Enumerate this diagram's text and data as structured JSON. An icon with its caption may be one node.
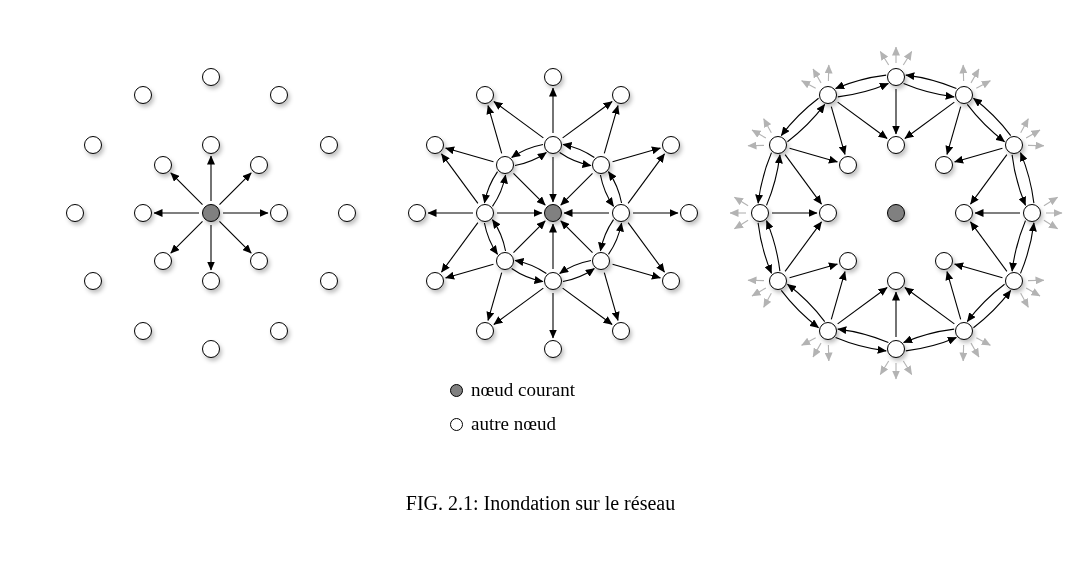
{
  "diagram": {
    "caption": "FIG. 2.1: Inondation sur le réseau",
    "nodes": [
      {
        "text": [],
        "shape": "circle"
      },
      {
        "text": [],
        "shape": "circle"
      },
      {
        "text": [],
        "shape": "circle"
      },
      {
        "text": [],
        "shape": "circle"
      },
      {
        "text": [],
        "shape": "circle"
      },
      {
        "text": [],
        "shape": "circle"
      },
      {
        "text": [],
        "shape": "circle"
      },
      {
        "text": [],
        "shape": "circle"
      },
      {
        "text": [],
        "shape": "circle"
      },
      {
        "text": [],
        "shape": "circle"
      },
      {
        "text": [],
        "shape": "circle"
      },
      {
        "text": [],
        "shape": "circle"
      },
      {
        "text": [],
        "shape": "circle"
      },
      {
        "text": [],
        "shape": "circle"
      },
      {
        "text": [],
        "shape": "circle"
      },
      {
        "text": [],
        "shape": "circle"
      },
      {
        "text": [],
        "shape": "circle"
      },
      {
        "text": [],
        "shape": "circle"
      },
      {
        "text": [],
        "shape": "circle"
      },
      {
        "text": [],
        "shape": "circle"
      },
      {
        "text": [],
        "shape": "circle"
      },
      {
        "text": [],
        "shape": "circle"
      },
      {
        "text": [],
        "shape": "circle"
      },
      {
        "text": [],
        "shape": "circle"
      },
      {
        "text": [],
        "shape": "circle"
      },
      {
        "text": [],
        "shape": "circle"
      },
      {
        "text": [],
        "shape": "circle"
      },
      {
        "text": [],
        "shape": "circle"
      },
      {
        "text": [],
        "shape": "circle"
      },
      {
        "text": [],
        "shape": "circle"
      },
      {
        "text": [],
        "shape": "circle"
      },
      {
        "text": [],
        "shape": "circle"
      },
      {
        "text": [],
        "shape": "circle"
      },
      {
        "text": [],
        "shape": "circle"
      },
      {
        "text": [],
        "shape": "circle"
      },
      {
        "text": [],
        "shape": "circle"
      },
      {
        "text": [],
        "shape": "circle"
      },
      {
        "text": [],
        "shape": "circle"
      },
      {
        "text": [],
        "shape": "circle"
      },
      {
        "text": [],
        "shape": "circle"
      },
      {
        "text": [],
        "shape": "circle"
      },
      {
        "text": [],
        "shape": "circle"
      },
      {
        "text": [],
        "shape": "circle"
      },
      {
        "text": [],
        "shape": "circle"
      },
      {
        "text": [],
        "shape": "circle"
      },
      {
        "text": [],
        "shape": "circle"
      },
      {
        "text": [],
        "shape": "circle"
      },
      {
        "text": [],
        "shape": "circle"
      },
      {
        "text": [],
        "shape": "circle"
      },
      {
        "text": [],
        "shape": "circle"
      },
      {
        "text": [],
        "shape": "circle"
      },
      {
        "text": [],
        "shape": "circle"
      },
      {
        "text": [],
        "shape": "circle"
      },
      {
        "text": [],
        "shape": "circle"
      },
      {
        "text": [],
        "shape": "circle"
      },
      {
        "text": [],
        "shape": "circle"
      },
      {
        "text": [],
        "shape": "circle"
      },
      {
        "text": [],
        "shape": "circle"
      },
      {
        "text": [],
        "shape": "circle"
      },
      {
        "text": [],
        "shape": "circle"
      },
      {
        "text": [],
        "shape": "circle"
      },
      {
        "text": [],
        "shape": "circle"
      },
      {
        "text": [],
        "shape": "circle"
      }
    ],
    "edges": [
      {
        "from": 10,
        "to": 11,
        "arrow": "to"
      },
      {
        "from": 10,
        "to": 7,
        "arrow": "to"
      },
      {
        "from": 10,
        "to": 4,
        "arrow": "to"
      },
      {
        "from": 10,
        "to": 6,
        "arrow": "to"
      },
      {
        "from": 10,
        "to": 9,
        "arrow": "to"
      },
      {
        "from": 10,
        "to": 13,
        "arrow": "to"
      },
      {
        "from": 10,
        "to": 16,
        "arrow": "to"
      },
      {
        "from": 10,
        "to": 14,
        "arrow": "to"
      },
      {
        "from": 32,
        "to": 31,
        "arrow": "to"
      },
      {
        "from": 28,
        "to": 31,
        "arrow": "to"
      },
      {
        "from": 25,
        "to": 31,
        "arrow": "to"
      },
      {
        "from": 27,
        "to": 31,
        "arrow": "to"
      },
      {
        "from": 30,
        "to": 31,
        "arrow": "to"
      },
      {
        "from": 34,
        "to": 31,
        "arrow": "to"
      },
      {
        "from": 37,
        "to": 31,
        "arrow": "to"
      },
      {
        "from": 35,
        "to": 31,
        "arrow": "to"
      },
      {
        "from": 32,
        "to": 28,
        "arrow": "to"
      },
      {
        "from": 28,
        "to": 32,
        "arrow": "to"
      },
      {
        "from": 28,
        "to": 25,
        "arrow": "to"
      },
      {
        "from": 25,
        "to": 28,
        "arrow": "to"
      },
      {
        "from": 25,
        "to": 27,
        "arrow": "to"
      },
      {
        "from": 27,
        "to": 25,
        "arrow": "to"
      },
      {
        "from": 27,
        "to": 30,
        "arrow": "to"
      },
      {
        "from": 30,
        "to": 27,
        "arrow": "to"
      },
      {
        "from": 30,
        "to": 34,
        "arrow": "to"
      },
      {
        "from": 34,
        "to": 30,
        "arrow": "to"
      },
      {
        "from": 34,
        "to": 37,
        "arrow": "to"
      },
      {
        "from": 37,
        "to": 34,
        "arrow": "to"
      },
      {
        "from": 37,
        "to": 35,
        "arrow": "to"
      },
      {
        "from": 35,
        "to": 37,
        "arrow": "to"
      },
      {
        "from": 35,
        "to": 32,
        "arrow": "to"
      },
      {
        "from": 32,
        "to": 35,
        "arrow": "to"
      },
      {
        "from": 32,
        "to": 38,
        "arrow": "to"
      },
      {
        "from": 32,
        "to": 33,
        "arrow": "to"
      },
      {
        "from": 32,
        "to": 26,
        "arrow": "to"
      },
      {
        "from": 28,
        "to": 26,
        "arrow": "to"
      },
      {
        "from": 28,
        "to": 23,
        "arrow": "to"
      },
      {
        "from": 25,
        "to": 23,
        "arrow": "to"
      },
      {
        "from": 25,
        "to": 21,
        "arrow": "to"
      },
      {
        "from": 25,
        "to": 22,
        "arrow": "to"
      },
      {
        "from": 27,
        "to": 22,
        "arrow": "to"
      },
      {
        "from": 27,
        "to": 24,
        "arrow": "to"
      },
      {
        "from": 30,
        "to": 24,
        "arrow": "to"
      },
      {
        "from": 30,
        "to": 29,
        "arrow": "to"
      },
      {
        "from": 30,
        "to": 36,
        "arrow": "to"
      },
      {
        "from": 34,
        "to": 36,
        "arrow": "to"
      },
      {
        "from": 34,
        "to": 39,
        "arrow": "to"
      },
      {
        "from": 37,
        "to": 39,
        "arrow": "to"
      },
      {
        "from": 37,
        "to": 41,
        "arrow": "to"
      },
      {
        "from": 37,
        "to": 40,
        "arrow": "to"
      },
      {
        "from": 35,
        "to": 40,
        "arrow": "to"
      },
      {
        "from": 35,
        "to": 38,
        "arrow": "to"
      },
      {
        "from": 54,
        "to": 53,
        "arrow": "to"
      },
      {
        "from": 47,
        "to": 53,
        "arrow": "to"
      },
      {
        "from": 47,
        "to": 49,
        "arrow": "to"
      },
      {
        "from": 44,
        "to": 49,
        "arrow": "to"
      },
      {
        "from": 44,
        "to": 46,
        "arrow": "to"
      },
      {
        "from": 42,
        "to": 46,
        "arrow": "to"
      },
      {
        "from": 43,
        "to": 46,
        "arrow": "to"
      },
      {
        "from": 43,
        "to": 48,
        "arrow": "to"
      },
      {
        "from": 45,
        "to": 48,
        "arrow": "to"
      },
      {
        "from": 45,
        "to": 51,
        "arrow": "to"
      },
      {
        "from": 50,
        "to": 51,
        "arrow": "to"
      },
      {
        "from": 57,
        "to": 51,
        "arrow": "to"
      },
      {
        "from": 57,
        "to": 55,
        "arrow": "to"
      },
      {
        "from": 60,
        "to": 55,
        "arrow": "to"
      },
      {
        "from": 60,
        "to": 58,
        "arrow": "to"
      },
      {
        "from": 62,
        "to": 58,
        "arrow": "to"
      },
      {
        "from": 61,
        "to": 58,
        "arrow": "to"
      },
      {
        "from": 61,
        "to": 56,
        "arrow": "to"
      },
      {
        "from": 59,
        "to": 56,
        "arrow": "to"
      },
      {
        "from": 59,
        "to": 53,
        "arrow": "to"
      },
      {
        "from": 54,
        "to": 47,
        "arrow": "to"
      },
      {
        "from": 47,
        "to": 54,
        "arrow": "to"
      },
      {
        "from": 47,
        "to": 44,
        "arrow": "to"
      },
      {
        "from": 44,
        "to": 47,
        "arrow": "to"
      },
      {
        "from": 44,
        "to": 42,
        "arrow": "to"
      },
      {
        "from": 42,
        "to": 44,
        "arrow": "to"
      },
      {
        "from": 42,
        "to": 43,
        "arrow": "to"
      },
      {
        "from": 43,
        "to": 42,
        "arrow": "to"
      },
      {
        "from": 43,
        "to": 45,
        "arrow": "to"
      },
      {
        "from": 45,
        "to": 43,
        "arrow": "to"
      },
      {
        "from": 45,
        "to": 50,
        "arrow": "to"
      },
      {
        "from": 50,
        "to": 45,
        "arrow": "to"
      },
      {
        "from": 50,
        "to": 57,
        "arrow": "to"
      },
      {
        "from": 57,
        "to": 50,
        "arrow": "to"
      },
      {
        "from": 57,
        "to": 60,
        "arrow": "to"
      },
      {
        "from": 60,
        "to": 57,
        "arrow": "to"
      },
      {
        "from": 60,
        "to": 62,
        "arrow": "to"
      },
      {
        "from": 62,
        "to": 60,
        "arrow": "to"
      },
      {
        "from": 62,
        "to": 61,
        "arrow": "to"
      },
      {
        "from": 61,
        "to": 62,
        "arrow": "to"
      },
      {
        "from": 61,
        "to": 59,
        "arrow": "to"
      },
      {
        "from": 59,
        "to": 61,
        "arrow": "to"
      },
      {
        "from": 59,
        "to": 54,
        "arrow": "to"
      },
      {
        "from": 54,
        "to": 59,
        "arrow": "to"
      },
      {
        "from": 54,
        "to": null,
        "arrow": "to",
        "color": "#b3b3b3"
      },
      {
        "from": 54,
        "to": null,
        "arrow": "to",
        "color": "#b3b3b3"
      },
      {
        "from": 54,
        "to": null,
        "arrow": "to",
        "color": "#b3b3b3"
      },
      {
        "from": 47,
        "to": null,
        "arrow": "to",
        "color": "#b3b3b3"
      },
      {
        "from": 47,
        "to": null,
        "arrow": "to",
        "color": "#b3b3b3"
      },
      {
        "from": 47,
        "to": null,
        "arrow": "to",
        "color": "#b3b3b3"
      },
      {
        "from": 44,
        "to": null,
        "arrow": "to",
        "color": "#b3b3b3"
      },
      {
        "from": 44,
        "to": null,
        "arrow": "to",
        "color": "#b3b3b3"
      },
      {
        "from": 44,
        "to": null,
        "arrow": "to",
        "color": "#b3b3b3"
      },
      {
        "from": 42,
        "to": null,
        "arrow": "to",
        "color": "#b3b3b3"
      },
      {
        "from": 42,
        "to": null,
        "arrow": "to",
        "color": "#b3b3b3"
      },
      {
        "from": 42,
        "to": null,
        "arrow": "to",
        "color": "#b3b3b3"
      },
      {
        "from": 43,
        "to": null,
        "arrow": "to",
        "color": "#b3b3b3"
      },
      {
        "from": 43,
        "to": null,
        "arrow": "to",
        "color": "#b3b3b3"
      },
      {
        "from": 43,
        "to": null,
        "arrow": "to",
        "color": "#b3b3b3"
      },
      {
        "from": 45,
        "to": null,
        "arrow": "to",
        "color": "#b3b3b3"
      },
      {
        "from": 45,
        "to": null,
        "arrow": "to",
        "color": "#b3b3b3"
      },
      {
        "from": 45,
        "to": null,
        "arrow": "to",
        "color": "#b3b3b3"
      },
      {
        "from": 50,
        "to": null,
        "arrow": "to",
        "color": "#b3b3b3"
      },
      {
        "from": 50,
        "to": null,
        "arrow": "to",
        "color": "#b3b3b3"
      },
      {
        "from": 50,
        "to": null,
        "arrow": "to",
        "color": "#b3b3b3"
      },
      {
        "from": 57,
        "to": null,
        "arrow": "to",
        "color": "#b3b3b3"
      },
      {
        "from": 57,
        "to": null,
        "arrow": "to",
        "color": "#b3b3b3"
      },
      {
        "from": 57,
        "to": null,
        "arrow": "to",
        "color": "#b3b3b3"
      },
      {
        "from": 60,
        "to": null,
        "arrow": "to",
        "color": "#b3b3b3"
      },
      {
        "from": 60,
        "to": null,
        "arrow": "to",
        "color": "#b3b3b3"
      },
      {
        "from": 60,
        "to": null,
        "arrow": "to",
        "color": "#b3b3b3"
      },
      {
        "from": 62,
        "to": null,
        "arrow": "to",
        "color": "#b3b3b3"
      },
      {
        "from": 62,
        "to": null,
        "arrow": "to",
        "color": "#b3b3b3"
      },
      {
        "from": 62,
        "to": null,
        "arrow": "to",
        "color": "#b3b3b3"
      },
      {
        "from": 61,
        "to": null,
        "arrow": "to",
        "color": "#b3b3b3"
      },
      {
        "from": 61,
        "to": null,
        "arrow": "to",
        "color": "#b3b3b3"
      },
      {
        "from": 61,
        "to": null,
        "arrow": "to",
        "color": "#b3b3b3"
      },
      {
        "from": 59,
        "to": null,
        "arrow": "to",
        "color": "#b3b3b3"
      },
      {
        "from": 59,
        "to": null,
        "arrow": "to",
        "color": "#b3b3b3"
      },
      {
        "from": 59,
        "to": null,
        "arrow": "to",
        "color": "#b3b3b3"
      }
    ],
    "legend": [
      {
        "text": "nœud courant",
        "color": "#808080"
      },
      {
        "text": "autre nœud",
        "color": "#ffffff"
      }
    ]
  }
}
